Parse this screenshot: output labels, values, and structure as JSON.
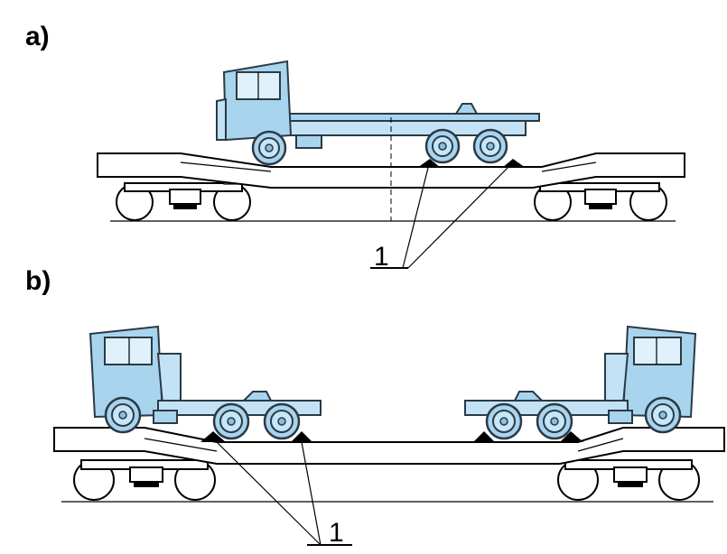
{
  "labels": {
    "panel_a": "a)",
    "panel_b": "b)",
    "callout_a": "1",
    "callout_b": "1"
  },
  "colors": {
    "truck_body": "#a9d4ee",
    "truck_window": "#dff1fb",
    "lines": "#000000"
  },
  "icons": {
    "truck": "truck-icon",
    "railcar": "railcar-icon",
    "chock": "wheel-chock-icon"
  }
}
